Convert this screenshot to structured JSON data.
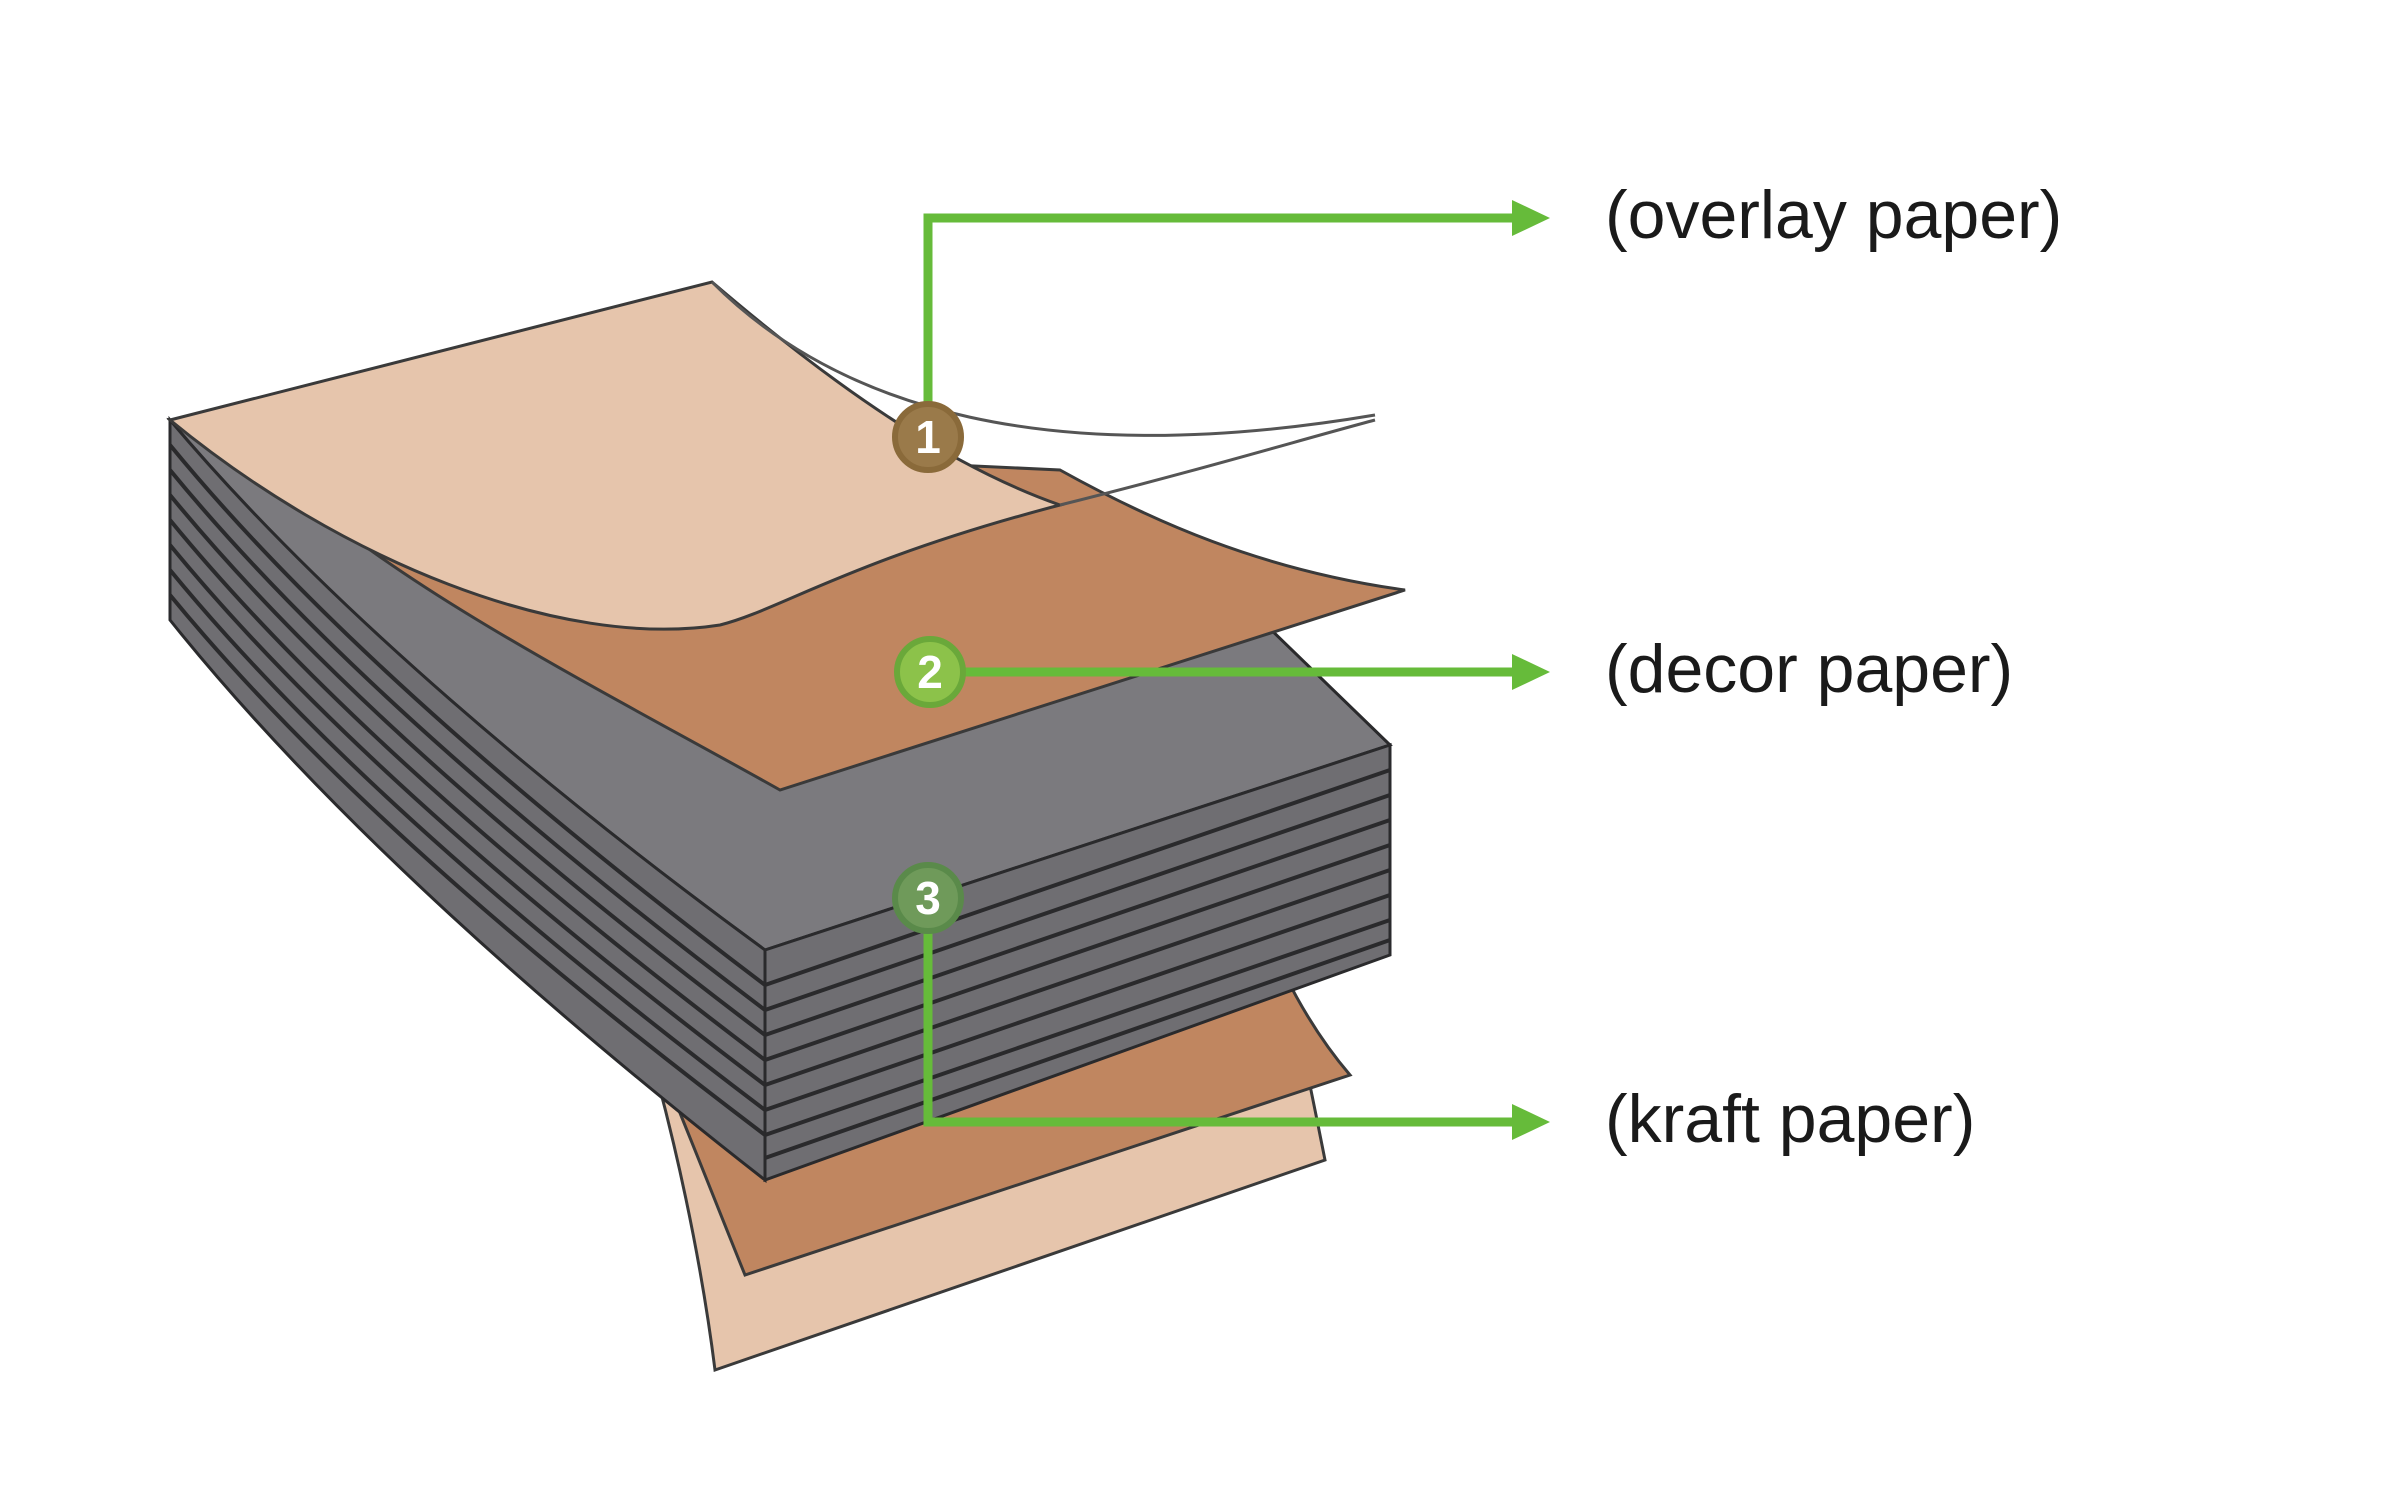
{
  "colors": {
    "overlay_sheet": "#e6c5ac",
    "decor_sheet": "#c08660",
    "kraft_sheet": "#c08660",
    "base_sheet": "#e6c5ac",
    "core_top": "#7b7a7e",
    "core_side": "#6f6e72",
    "core_lines": "#2a2a2c",
    "callout_line": "#66bb3a",
    "marker_ring_1": "#9a7a4a",
    "marker_ring_2": "#8cc24a",
    "marker_ring_3": "#6f9a5a",
    "label_text": "#1a1a1a"
  },
  "layers": [
    {
      "number": "1",
      "label": "(overlay paper)",
      "icon": "overlay-paper-sheet"
    },
    {
      "number": "2",
      "label": "(decor paper)",
      "icon": "decor-paper-sheet"
    },
    {
      "number": "3",
      "label": "(kraft paper)",
      "icon": "kraft-paper-stack"
    }
  ]
}
